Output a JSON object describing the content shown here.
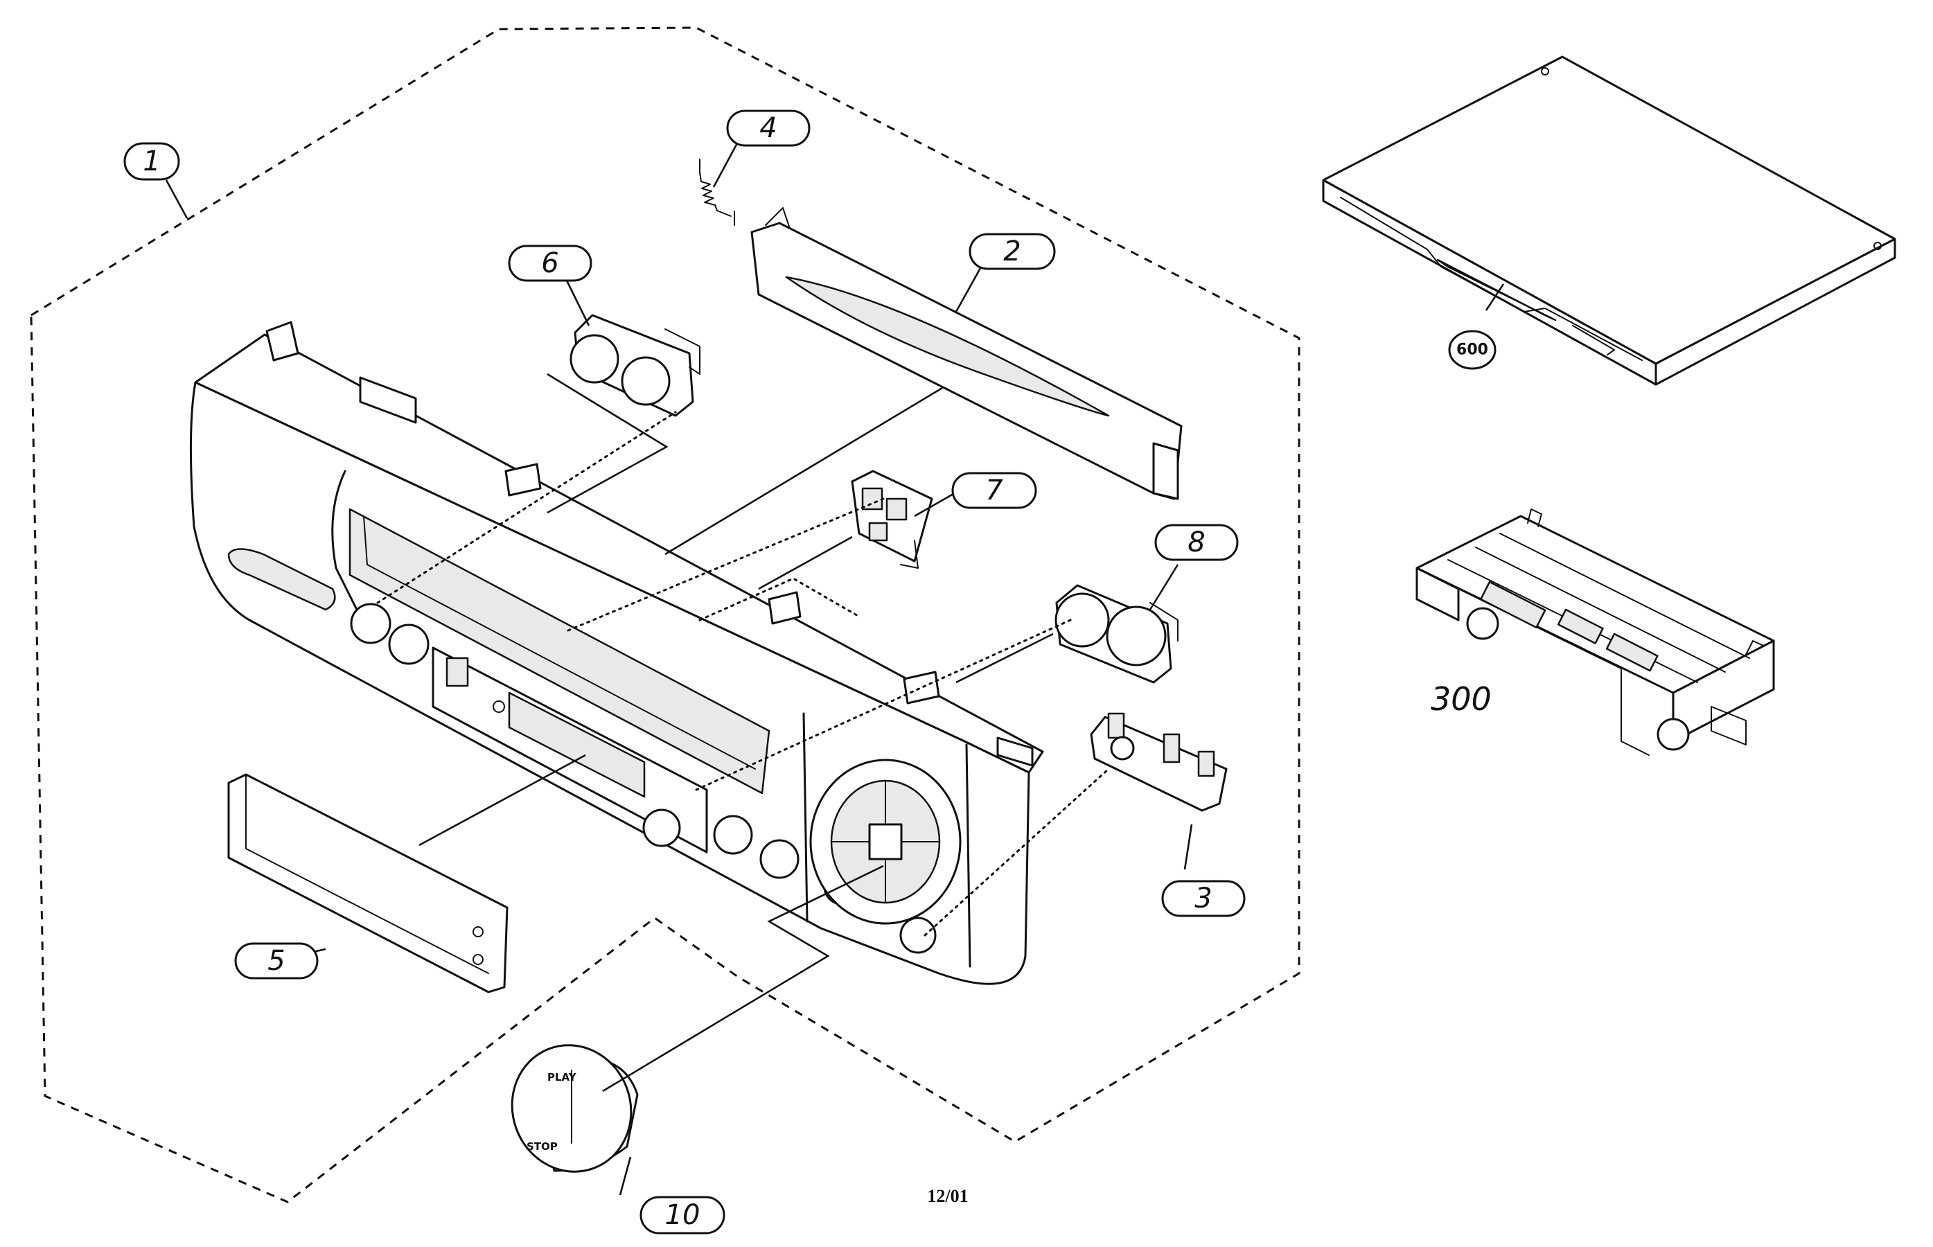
{
  "callouts": {
    "c1": "1",
    "c2": "2",
    "c3": "3",
    "c4": "4",
    "c5": "5",
    "c6": "6",
    "c7": "7",
    "c8": "8",
    "c10": "10",
    "c600": "600"
  },
  "labels": {
    "mechanism": "300"
  },
  "knob": {
    "play": "PLAY",
    "stop": "STOP"
  },
  "footer": {
    "date": "12/01"
  }
}
